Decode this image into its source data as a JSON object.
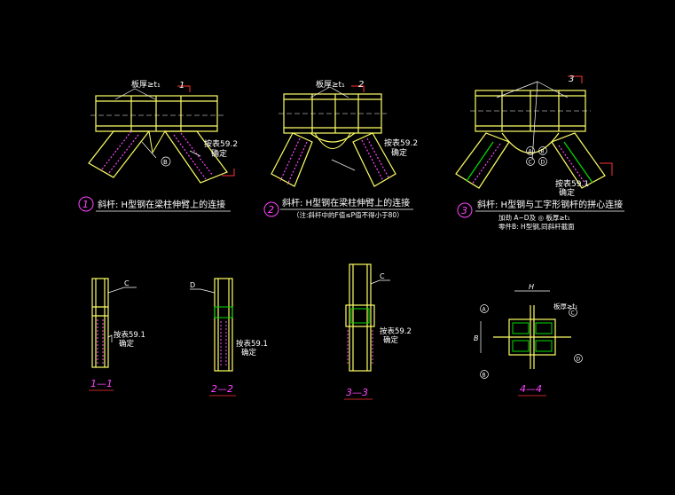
{
  "colors": {
    "background": "#000000",
    "steel": "#ffff66",
    "text": "#ffffff",
    "callout": "#00ffff",
    "bolts": "#ff44ff",
    "accent": "#ff3333",
    "stiffener": "#00dd00"
  },
  "details": [
    {
      "number": "1",
      "section_mark": "1",
      "plate_label": "板厚≥t₁",
      "weld_label": "按表59.2",
      "weld_sub": "确定",
      "caption": "斜杆: H型钢在梁柱伸臂上的连接"
    },
    {
      "number": "2",
      "section_mark": "2",
      "plate_label": "板厚≥t₁",
      "weld_label": "按表59.2",
      "weld_sub": "确定",
      "caption": "斜杆: H型钢在梁柱伸臂上的连接",
      "note": "（注:斜杆中的F值≤P值不得小于80）"
    },
    {
      "number": "3",
      "section_mark": "3",
      "weld_label": "按表59.1",
      "weld_sub": "确定",
      "caption": "斜杆: H型钢与工字形钢杆的拼心连接",
      "note1": "加劲 A~D及 ◎ 板厚≥t₁",
      "note2": "零件B: H型钢,同斜杆截面"
    }
  ],
  "sections": [
    {
      "label": "1—1",
      "weld_label": "按表59.1",
      "weld_sub": "确定"
    },
    {
      "label": "2—2",
      "weld_label": "按表59.1",
      "weld_sub": "确定"
    },
    {
      "label": "3—3",
      "weld_label": "按表59.2",
      "weld_sub": "确定"
    },
    {
      "label": "4—4",
      "dim_top": "H",
      "dim_side": "B",
      "note": "板厚≥t₁"
    }
  ],
  "symbols": {
    "weld_c": "C",
    "weld_d": "D",
    "weld_b": "B",
    "circ_a": "A",
    "circ_b": "B",
    "circ_c": "C",
    "circ_d": "D"
  }
}
